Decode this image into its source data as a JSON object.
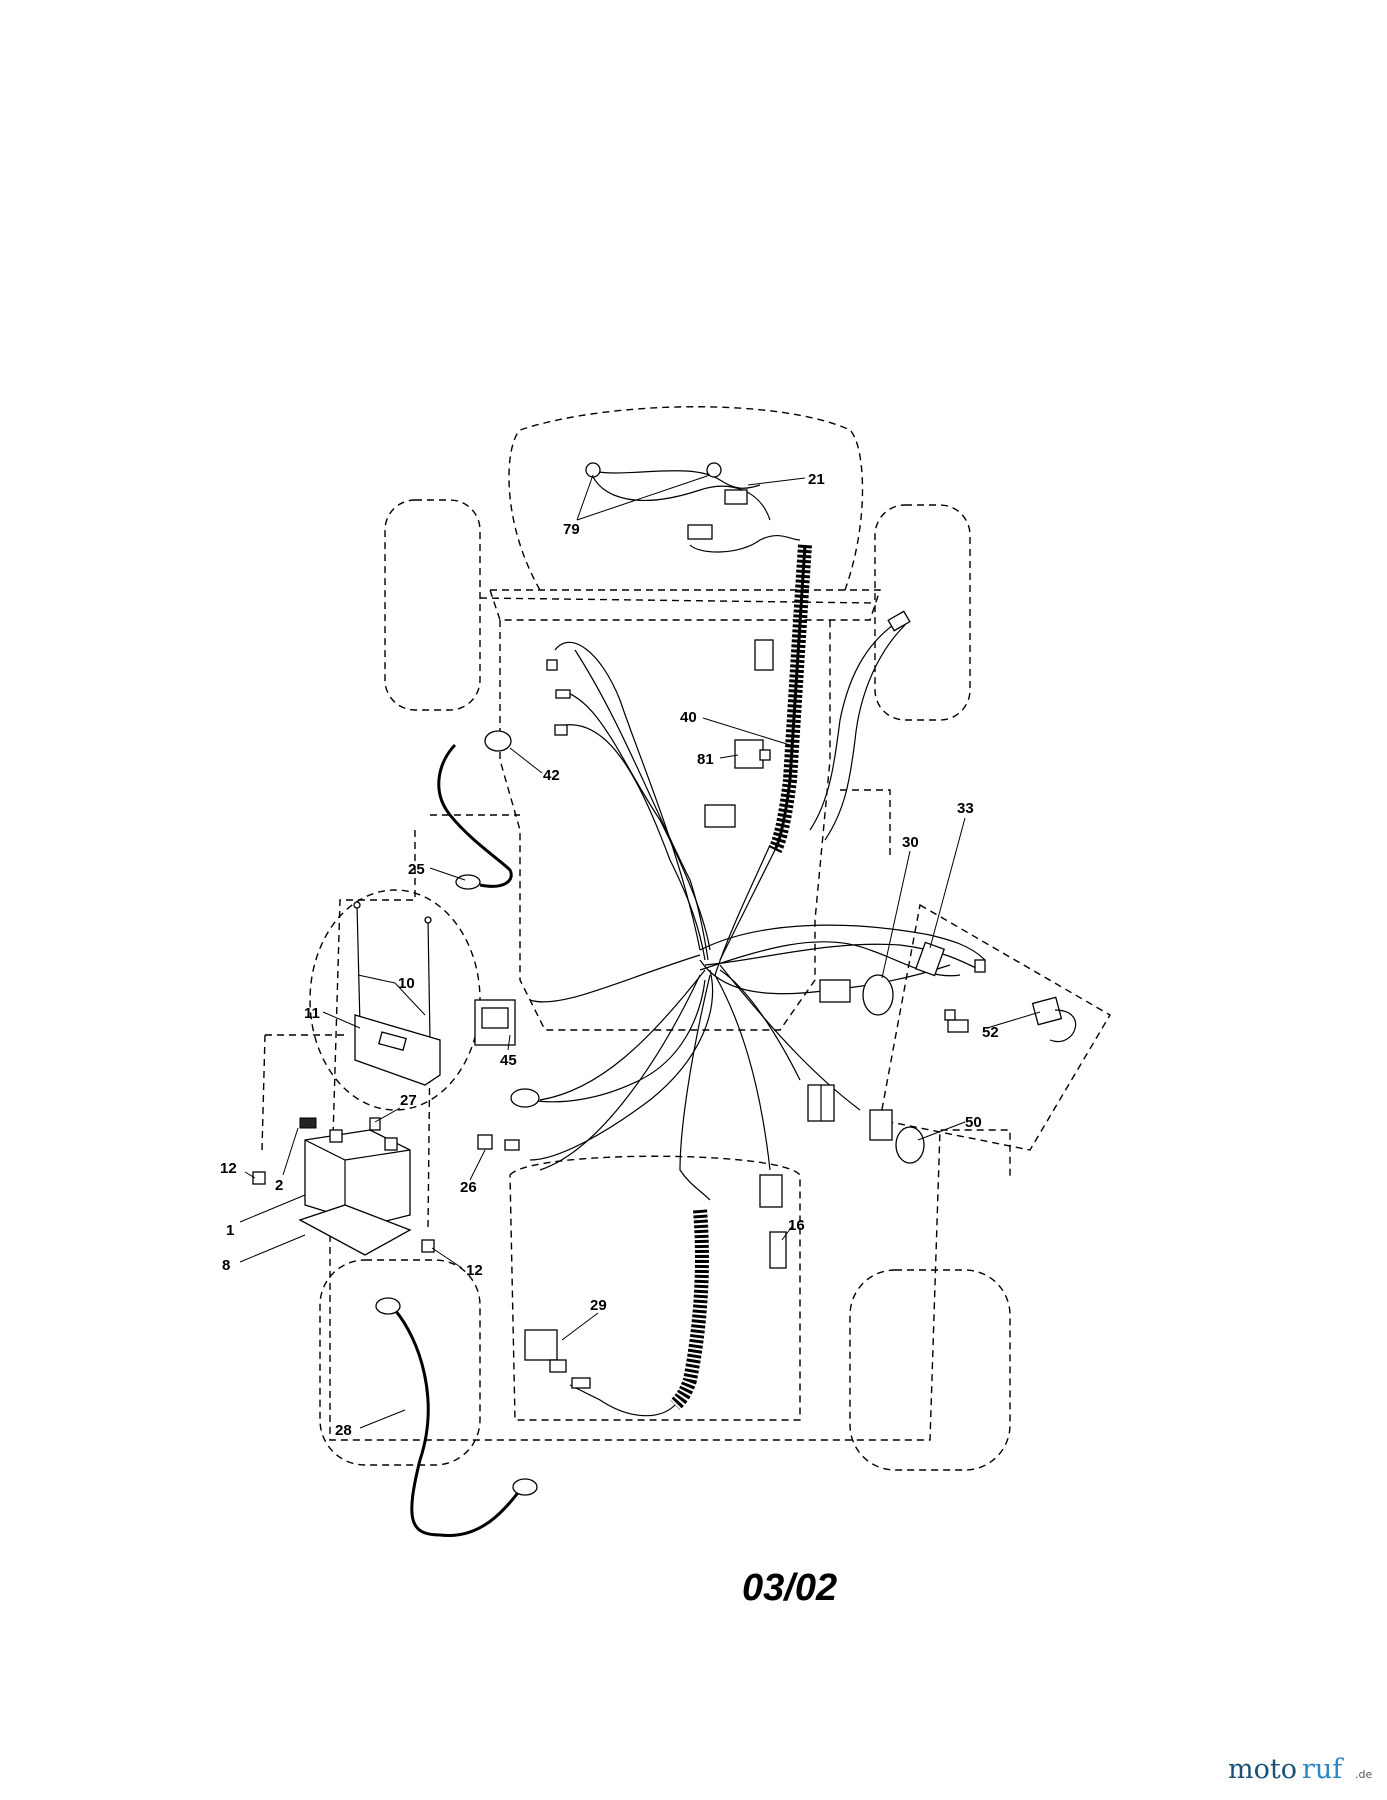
{
  "diagram": {
    "callouts": [
      "79",
      "21",
      "40",
      "81",
      "42",
      "33",
      "30",
      "25",
      "10",
      "11",
      "52",
      "45",
      "27",
      "12",
      "2",
      "50",
      "26",
      "1",
      "16",
      "8",
      "12",
      "29",
      "28"
    ],
    "date_code": "03/02"
  },
  "watermark": {
    "part1": "moto",
    "part2": "ruf",
    "suffix": ".de"
  }
}
